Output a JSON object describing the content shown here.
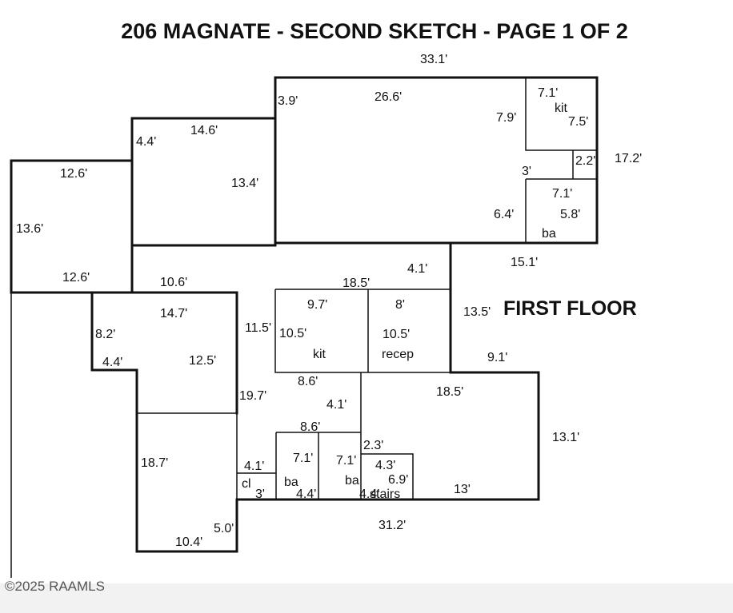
{
  "title": "206 MAGNATE - SECOND SKETCH - PAGE 1 OF 2",
  "floor_label": "FIRST FLOOR",
  "copyright": "©2025 RAAMLS",
  "dimensions": [
    {
      "id": "top-overall",
      "text": "33.1'"
    },
    {
      "id": "upper-left-wall",
      "text": "3.9'"
    },
    {
      "id": "upper-top",
      "text": "26.6'"
    },
    {
      "id": "upper-kit-left",
      "text": "7.9'"
    },
    {
      "id": "upper-kit-top",
      "text": "7.1'"
    },
    {
      "id": "upper-kit-right",
      "text": "7.5'"
    },
    {
      "id": "upper-step",
      "text": "2.2'"
    },
    {
      "id": "right-overall",
      "text": "17.2'"
    },
    {
      "id": "upper-step-bottom",
      "text": "3'"
    },
    {
      "id": "upper-ba-top",
      "text": "7.1'"
    },
    {
      "id": "upper-ba-left",
      "text": "6.4'"
    },
    {
      "id": "upper-ba-right",
      "text": "5.8'"
    },
    {
      "id": "mid-left-step",
      "text": "4.4'"
    },
    {
      "id": "mid-left-top",
      "text": "14.6'"
    },
    {
      "id": "mid-left-height",
      "text": "13.4'"
    },
    {
      "id": "far-left-top",
      "text": "12.6'"
    },
    {
      "id": "far-left-height",
      "text": "13.6'"
    },
    {
      "id": "far-left-bottom",
      "text": "12.6'"
    },
    {
      "id": "right-mid",
      "text": "15.1'"
    },
    {
      "id": "hall-width",
      "text": "10.6'"
    },
    {
      "id": "center-top",
      "text": "18.5'"
    },
    {
      "id": "center-step",
      "text": "4.1'"
    },
    {
      "id": "right-height",
      "text": "13.5'"
    },
    {
      "id": "left-room-top",
      "text": "14.7'"
    },
    {
      "id": "left-room-left",
      "text": "8.2'"
    },
    {
      "id": "left-room-step",
      "text": "4.4'"
    },
    {
      "id": "left-room-height",
      "text": "12.5'"
    },
    {
      "id": "kit-top",
      "text": "9.7'"
    },
    {
      "id": "kit-left",
      "text": "10.5'"
    },
    {
      "id": "hall-height",
      "text": "11.5'"
    },
    {
      "id": "recep-top",
      "text": "8'"
    },
    {
      "id": "recep-height",
      "text": "10.5'"
    },
    {
      "id": "right-step",
      "text": "9.1'"
    },
    {
      "id": "kit-bottom",
      "text": "8.6'"
    },
    {
      "id": "lower-right-top",
      "text": "18.5'"
    },
    {
      "id": "lower-step",
      "text": "4.1'"
    },
    {
      "id": "lower-hall",
      "text": "19.7'"
    },
    {
      "id": "lower-right-height",
      "text": "13.1'"
    },
    {
      "id": "ba-top-width",
      "text": "8.6'"
    },
    {
      "id": "stairs-step",
      "text": "2.3'"
    },
    {
      "id": "stairs-width",
      "text": "4.3'"
    },
    {
      "id": "stairs-height",
      "text": "6.9'"
    },
    {
      "id": "bottom-room-height",
      "text": "18.7'"
    },
    {
      "id": "cl-width",
      "text": "4.1'"
    },
    {
      "id": "ba1-height",
      "text": "7.1'"
    },
    {
      "id": "ba2-height",
      "text": "7.1'"
    },
    {
      "id": "cl-depth",
      "text": "3'"
    },
    {
      "id": "ba1-width",
      "text": "4.4'"
    },
    {
      "id": "ba2-width",
      "text": "4.4'"
    },
    {
      "id": "lower-right-bottom",
      "text": "13'"
    },
    {
      "id": "bottom-overall",
      "text": "31.2'"
    },
    {
      "id": "bottom-room-step",
      "text": "5.0'"
    },
    {
      "id": "bottom-room-width",
      "text": "10.4'"
    }
  ],
  "rooms": [
    {
      "id": "upper-kit",
      "text": "kit"
    },
    {
      "id": "upper-ba",
      "text": "ba"
    },
    {
      "id": "kit",
      "text": "kit"
    },
    {
      "id": "recep",
      "text": "recep"
    },
    {
      "id": "ba1",
      "text": "ba"
    },
    {
      "id": "ba2",
      "text": "ba"
    },
    {
      "id": "cl",
      "text": "cl"
    },
    {
      "id": "stairs",
      "text": "stairs"
    }
  ]
}
